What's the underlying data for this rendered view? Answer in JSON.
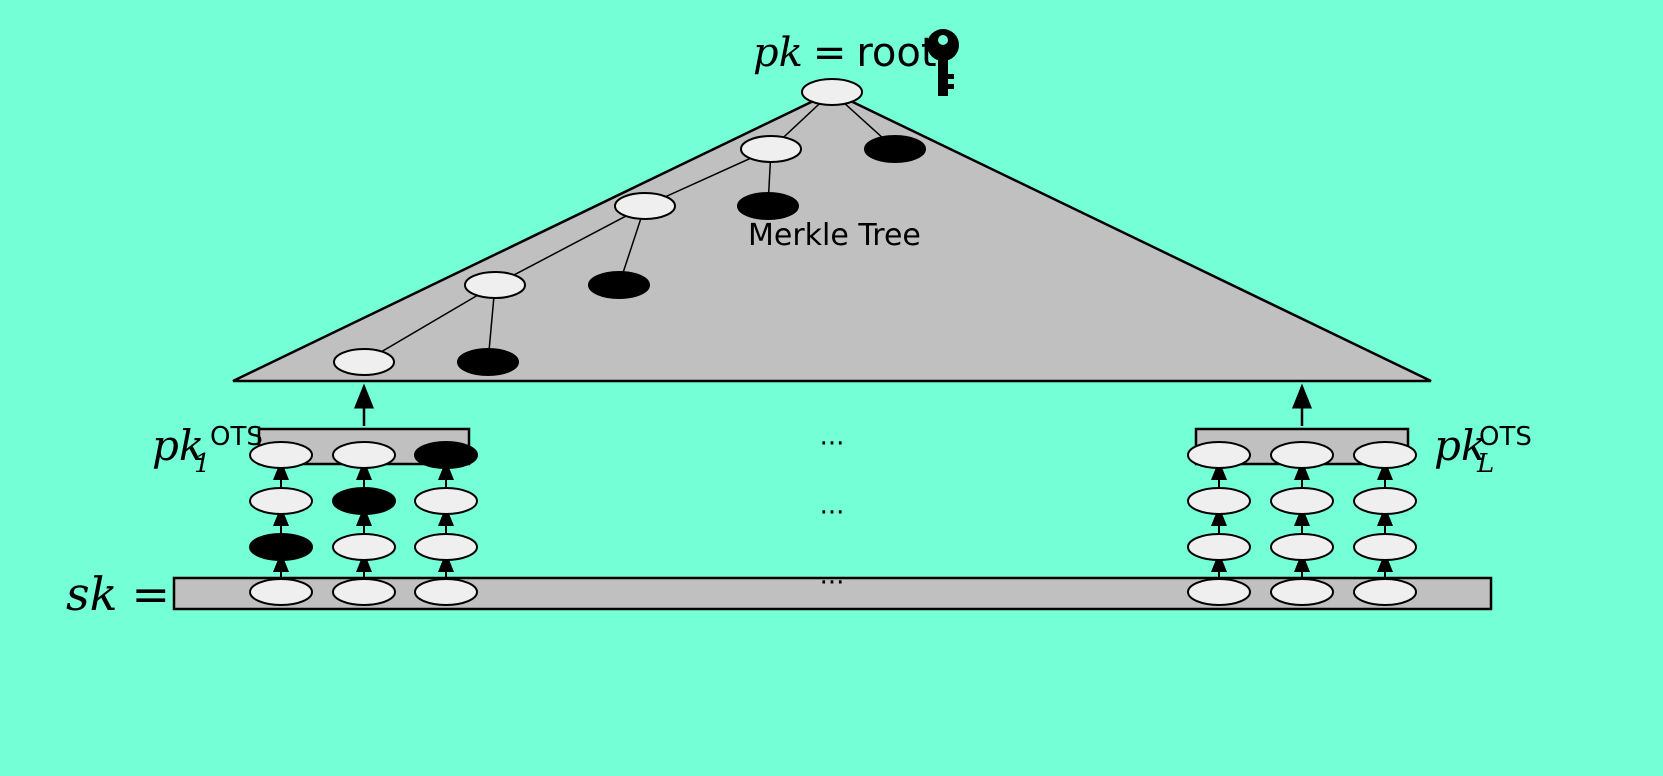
{
  "colors": {
    "background": "#74ffd6",
    "panel": "#c0c0c0",
    "node_fill": "#efefef",
    "node_dark": "#000000",
    "stroke": "#000000"
  },
  "root_label": {
    "pk": "pk",
    "eq": "=",
    "root": "root"
  },
  "key_icon": "key-icon",
  "tree_label": "Merkle Tree",
  "ots_left": {
    "base": "pk",
    "sub": "1",
    "sup": "OTS"
  },
  "ots_right": {
    "base": "pk",
    "sub": "L",
    "sup": "OTS"
  },
  "ellipsis": "···",
  "sk_label": {
    "sk": "sk",
    "eq": "="
  }
}
